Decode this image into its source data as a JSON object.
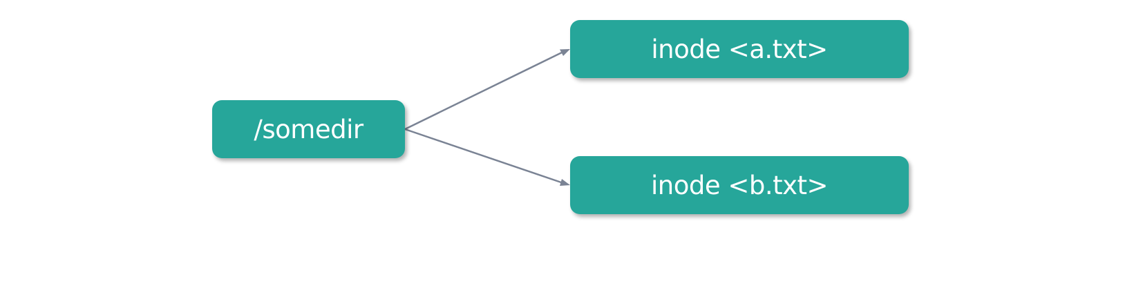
{
  "diagram": {
    "type": "directory-entry-to-inode",
    "nodes": [
      {
        "id": "somedir",
        "label": "/somedir"
      },
      {
        "id": "inode-a",
        "label": "inode <a.txt>"
      },
      {
        "id": "inode-b",
        "label": "inode <b.txt>"
      }
    ],
    "edges": [
      {
        "from": "somedir",
        "to": "inode-a"
      },
      {
        "from": "somedir",
        "to": "inode-b"
      }
    ],
    "colors": {
      "node_fill": "#26a69a",
      "node_text": "#ffffff",
      "edge": "#7a8394",
      "background": "#ffffff"
    }
  }
}
